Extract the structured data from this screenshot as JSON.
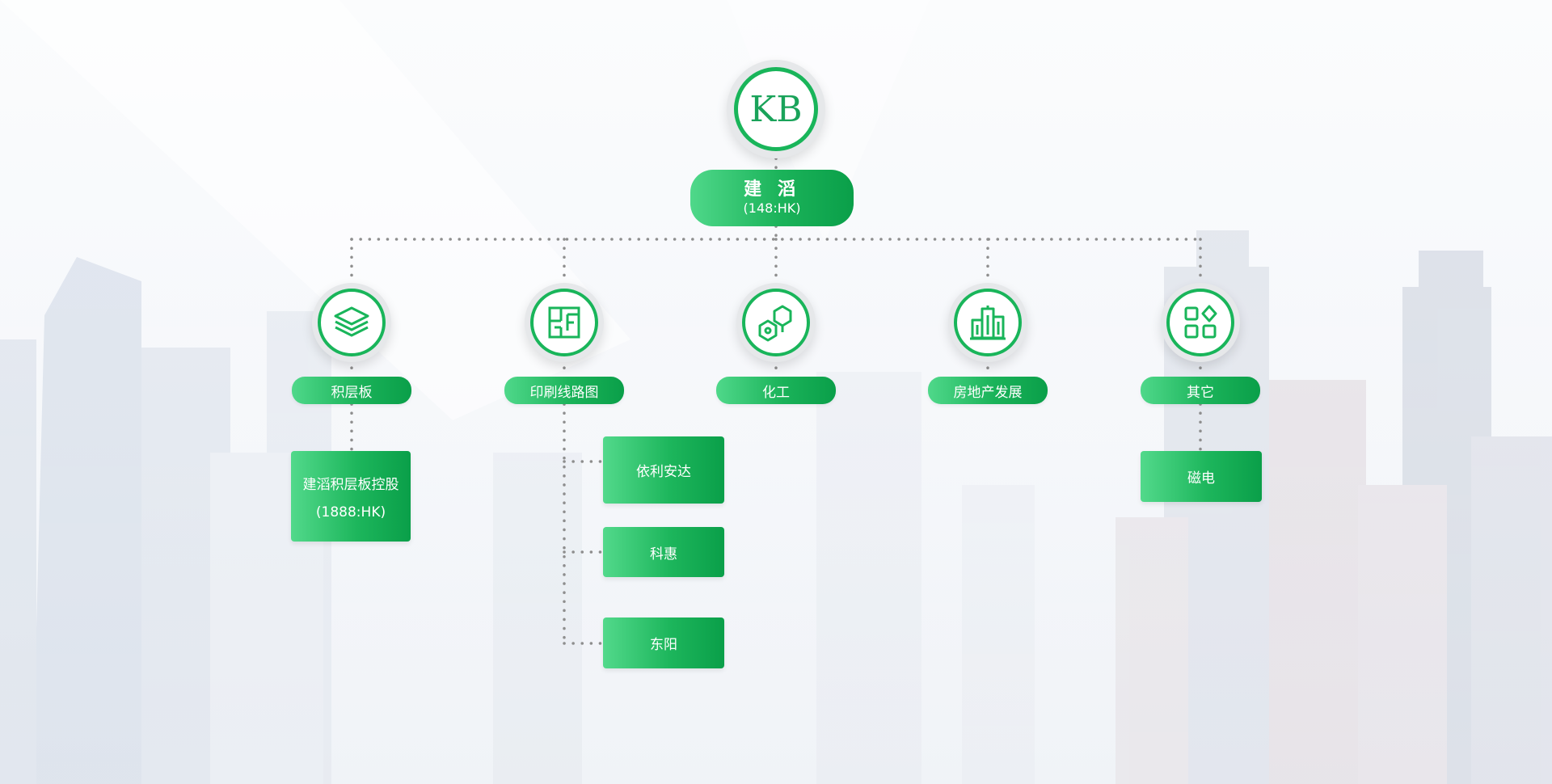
{
  "root": {
    "logo": "KB",
    "name": "建 滔",
    "code": "(148:HK)"
  },
  "divisions": [
    {
      "icon": "layers-icon",
      "label": "积层板"
    },
    {
      "icon": "circuit-board-icon",
      "label": "印刷线路图"
    },
    {
      "icon": "molecule-icon",
      "label": "化工"
    },
    {
      "icon": "buildings-icon",
      "label": "房地产发展"
    },
    {
      "icon": "grid-shapes-icon",
      "label": "其它"
    }
  ],
  "subsidiaries": {
    "laminates": {
      "line1": "建滔积层板控股",
      "line2": "(1888:HK)"
    },
    "pcb": [
      "依利安达",
      "科惠",
      "东阳"
    ],
    "others": [
      "磁电"
    ]
  },
  "colors": {
    "accent": "#19b55a",
    "accent_light": "#4fd88a",
    "accent_dark": "#0a9f49",
    "connector": "#8e8e8e"
  }
}
